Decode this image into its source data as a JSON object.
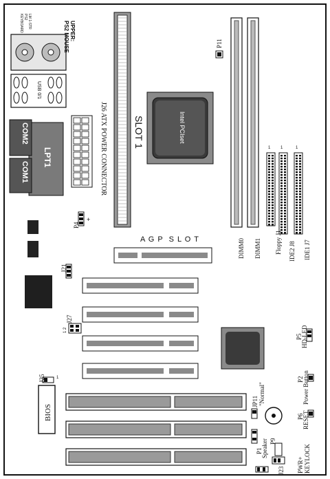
{
  "labels": {
    "ps2_small": "LM 1-STR\nPS2\nKEYBOARD",
    "upper_ps2": "UPPER:\nPS2 MOUSE",
    "usb": "USB 0/1",
    "com2": "COM2",
    "com1": "COM1",
    "lpt1": "LPT1",
    "atx_power": "J26 ATX POWER CONNECTOR",
    "slot1": "SLOT 1",
    "chipset": "Intel PCIset",
    "p11": "P11",
    "floppy": "Floppy J1",
    "ide2": "IDE2 J8",
    "ide1": "IDE1 J7",
    "dimm0": "DIMM0",
    "dimm1": "DIMM1",
    "p4": "P4",
    "plus": "+",
    "agp": "A G P  S L O T",
    "j21": "J21",
    "j27": "J27",
    "j27_pins": "1 2",
    "p5": "P5",
    "hdled": "HD-LED",
    "p2": "P2",
    "power_button": "Power Button",
    "j25": "J25",
    "one": "1",
    "jp11": "JP11",
    "normal": "\"Normal\"",
    "p6": "P6",
    "reset": "RESET",
    "bios": "BIOS",
    "p1": "P1",
    "speaker": "Speaker",
    "p9": "P9",
    "j23": "J23",
    "pwr": "PWR+",
    "keylock": "KEYLOCK"
  },
  "colors": {
    "board_line": "#111111",
    "chip_fill": "#2a2a2a",
    "port_fill": "#6b6b6b",
    "slot_fill": "#9a9a9a"
  }
}
